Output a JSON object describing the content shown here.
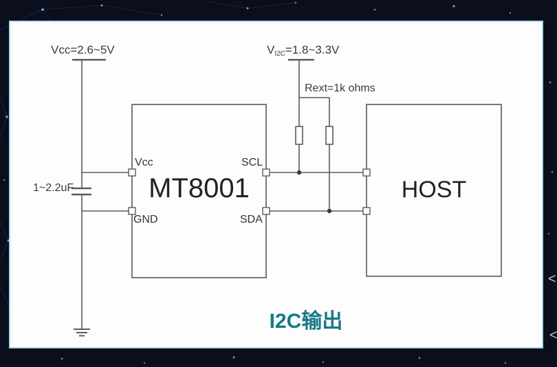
{
  "diagram": {
    "power_left": {
      "label": "Vcc=2.6~5V"
    },
    "power_right": {
      "prefix": "V",
      "sub": "I2C",
      "suffix": "=1.8~3.3V"
    },
    "resistor_label": "Rext=1k ohms",
    "capacitor_label": "1~2.2uF",
    "chip": {
      "name": "MT8001",
      "pins": {
        "vcc": "Vcc",
        "gnd": "GND",
        "scl": "SCL",
        "sda": "SDA"
      }
    },
    "host": {
      "name": "HOST"
    },
    "caption": "I2C输出"
  },
  "decor": {
    "chevron_top": "<",
    "chevron_bottom": "<"
  },
  "colors": {
    "background": "#0a0e1d",
    "panel_background": "#fdfdfd",
    "panel_border": "#a6dde9",
    "wire": "#5a5a5a",
    "caption_text": "#177987",
    "diagram_text": "#3b3b3b"
  }
}
